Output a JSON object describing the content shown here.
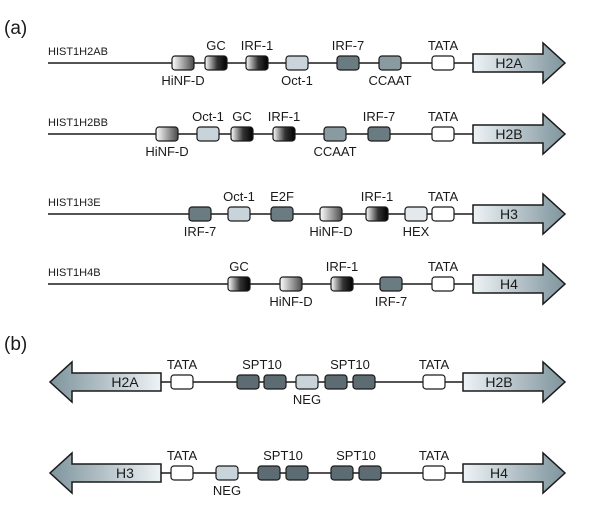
{
  "panels": [
    {
      "label": "(a)",
      "rows": [
        {
          "gene": "HIST1H2AB",
          "arrow": "H2A",
          "elements": [
            {
              "name": "HiNF-D",
              "type": "hinfd",
              "label_pos": "below"
            },
            {
              "name": "GC",
              "type": "gc",
              "label_pos": "above"
            },
            {
              "name": "IRF-1",
              "type": "irf1",
              "label_pos": "above"
            },
            {
              "name": "Oct-1",
              "type": "oct1",
              "label_pos": "below"
            },
            {
              "name": "IRF-7",
              "type": "irf7",
              "label_pos": "above"
            },
            {
              "name": "CCAAT",
              "type": "ccaat",
              "label_pos": "below"
            },
            {
              "name": "TATA",
              "type": "tata",
              "label_pos": "above"
            }
          ]
        },
        {
          "gene": "HIST1H2BB",
          "arrow": "H2B",
          "elements": [
            {
              "name": "HiNF-D",
              "type": "hinfd",
              "label_pos": "below"
            },
            {
              "name": "Oct-1",
              "type": "oct1",
              "label_pos": "above"
            },
            {
              "name": "GC",
              "type": "gc",
              "label_pos": "above"
            },
            {
              "name": "IRF-1",
              "type": "irf1",
              "label_pos": "above"
            },
            {
              "name": "CCAAT",
              "type": "ccaat",
              "label_pos": "below"
            },
            {
              "name": "IRF-7",
              "type": "irf7",
              "label_pos": "above"
            },
            {
              "name": "TATA",
              "type": "tata",
              "label_pos": "above"
            }
          ]
        },
        {
          "gene": "HIST1H3E",
          "arrow": "H3",
          "elements": [
            {
              "name": "IRF-7",
              "type": "irf7",
              "label_pos": "below"
            },
            {
              "name": "Oct-1",
              "type": "oct1",
              "label_pos": "above"
            },
            {
              "name": "E2F",
              "type": "e2f",
              "label_pos": "above"
            },
            {
              "name": "HiNF-D",
              "type": "hinfd",
              "label_pos": "below"
            },
            {
              "name": "IRF-1",
              "type": "irf1",
              "label_pos": "above"
            },
            {
              "name": "HEX",
              "type": "hex",
              "label_pos": "below"
            },
            {
              "name": "TATA",
              "type": "tata",
              "label_pos": "above"
            }
          ]
        },
        {
          "gene": "HIST1H4B",
          "arrow": "H4",
          "elements": [
            {
              "name": "GC",
              "type": "gc",
              "label_pos": "above"
            },
            {
              "name": "HiNF-D",
              "type": "hinfd",
              "label_pos": "below"
            },
            {
              "name": "IRF-1",
              "type": "irf1",
              "label_pos": "above"
            },
            {
              "name": "IRF-7",
              "type": "irf7",
              "label_pos": "below"
            },
            {
              "name": "TATA",
              "type": "tata",
              "label_pos": "above"
            }
          ]
        }
      ]
    },
    {
      "label": "(b)",
      "rows": [
        {
          "left_arrow": "H2A",
          "right_arrow": "H2B",
          "elements": [
            {
              "name": "TATA",
              "type": "tata",
              "label_pos": "above"
            },
            {
              "name": "SPT10",
              "type": "spt10",
              "label_pos": "above",
              "group": "a"
            },
            {
              "name": "",
              "type": "spt10"
            },
            {
              "name": "NEG",
              "type": "neg",
              "label_pos": "below"
            },
            {
              "name": "SPT10",
              "type": "spt10",
              "label_pos": "above",
              "group": "b"
            },
            {
              "name": "",
              "type": "spt10"
            },
            {
              "name": "TATA",
              "type": "tata",
              "label_pos": "above"
            }
          ]
        },
        {
          "left_arrow": "H3",
          "right_arrow": "H4",
          "elements": [
            {
              "name": "TATA",
              "type": "tata",
              "label_pos": "above"
            },
            {
              "name": "NEG",
              "type": "neg",
              "label_pos": "below"
            },
            {
              "name": "SPT10",
              "type": "spt10",
              "label_pos": "above"
            },
            {
              "name": "",
              "type": "spt10"
            },
            {
              "name": "SPT10",
              "type": "spt10",
              "label_pos": "above"
            },
            {
              "name": "",
              "type": "spt10"
            },
            {
              "name": "TATA",
              "type": "tata",
              "label_pos": "above"
            }
          ]
        }
      ]
    }
  ],
  "colors": {
    "arrow_light": "#eef3f6",
    "arrow_dark": "#7e949c",
    "stroke": "#1a1a1a",
    "tata": "#ffffff",
    "oct1": "#c8d4da",
    "ccaat": "#8a9aa1",
    "irf7": "#6b7b82",
    "e2f": "#6b7b82",
    "hex": "#e3e9ec",
    "neg": "#c8d4da",
    "spt10": "#5d6c73"
  }
}
